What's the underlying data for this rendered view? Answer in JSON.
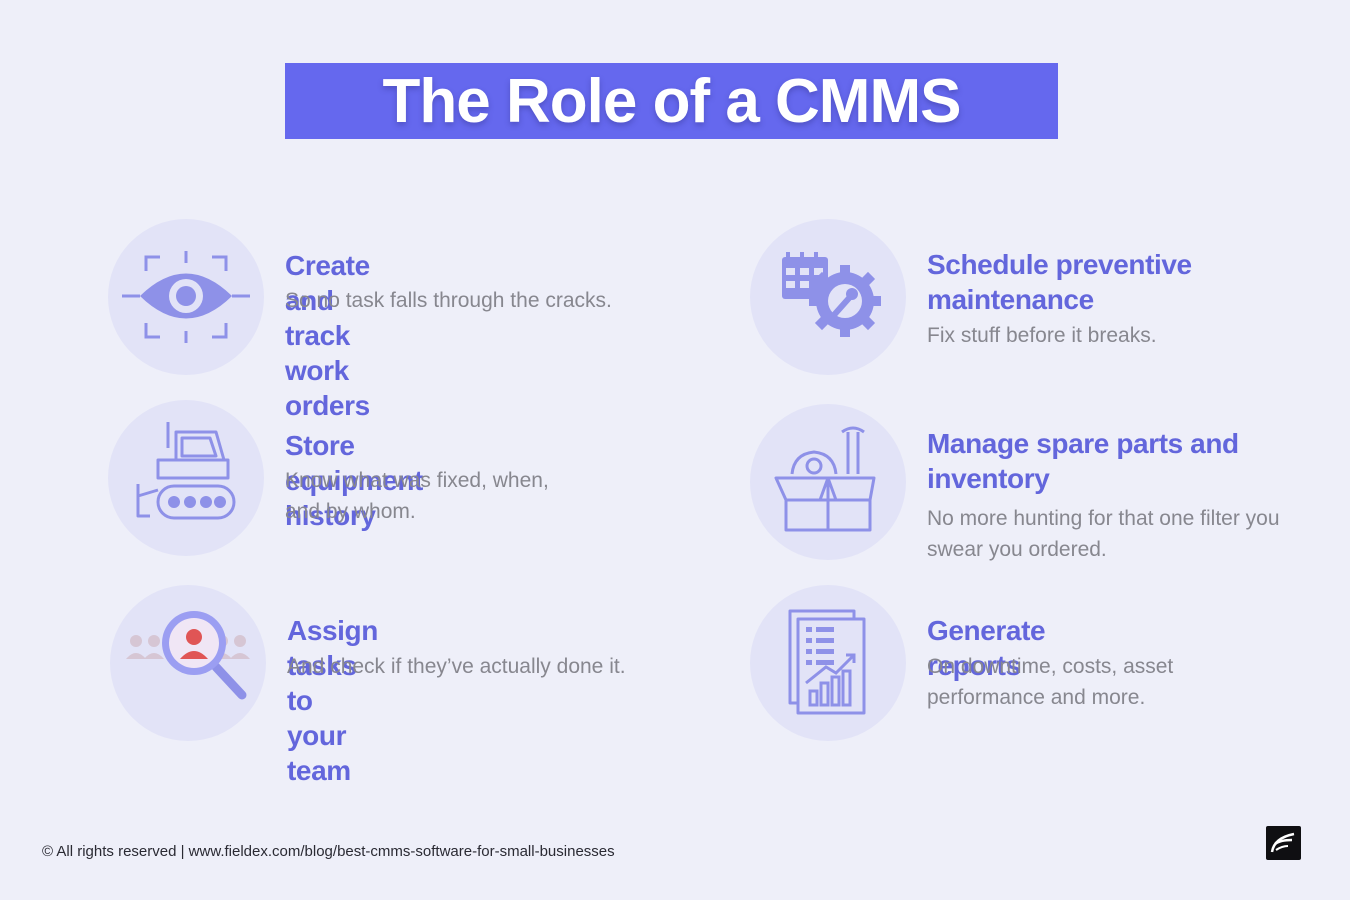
{
  "title": "The Role of a CMMS",
  "features": [
    {
      "title": "Create and track work orders",
      "desc": "So no task falls through the cracks.",
      "icon": "eye-scan-icon"
    },
    {
      "title": "Schedule preventive maintenance",
      "desc": "Fix stuff before it breaks.",
      "icon": "calendar-gear-icon"
    },
    {
      "title": "Store equipment history",
      "desc": "Know what was fixed, when, and by whom.",
      "icon": "bulldozer-icon"
    },
    {
      "title": "Manage spare parts and inventory",
      "desc": "No more hunting for that one filter you swear you ordered.",
      "icon": "toolbox-icon"
    },
    {
      "title": "Assign tasks to your team",
      "desc": "And check if they’ve actually done it.",
      "icon": "magnifier-person-icon"
    },
    {
      "title": "Generate reports",
      "desc": "On downtime, costs, asset performance and more.",
      "icon": "report-chart-icon"
    }
  ],
  "footer": {
    "text": "© All rights reserved | www.fieldex.com/blog/best-cmms-software-for-small-businesses"
  },
  "colors": {
    "background": "#eeeff9",
    "accent": "#6568ee",
    "heading": "#6366dc",
    "body_text": "#87878f",
    "icon": "#8e91e8"
  }
}
